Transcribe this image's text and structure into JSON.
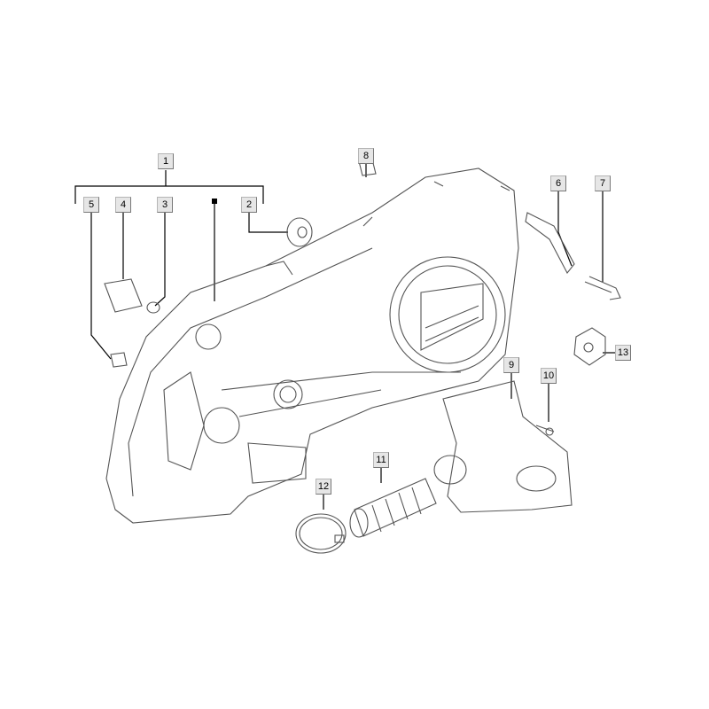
{
  "diagram": {
    "callouts": [
      {
        "id": "1",
        "label": "1"
      },
      {
        "id": "2",
        "label": "2"
      },
      {
        "id": "3",
        "label": "3"
      },
      {
        "id": "4",
        "label": "4"
      },
      {
        "id": "5",
        "label": "5"
      },
      {
        "id": "6",
        "label": "6"
      },
      {
        "id": "7",
        "label": "7"
      },
      {
        "id": "8",
        "label": "8"
      },
      {
        "id": "9",
        "label": "9"
      },
      {
        "id": "10",
        "label": "10"
      },
      {
        "id": "11",
        "label": "11"
      },
      {
        "id": "12",
        "label": "12"
      },
      {
        "id": "13",
        "label": "13"
      }
    ],
    "colors": {
      "line": "#000000",
      "part": "#555555",
      "callout_bg": "#e6e6e6"
    }
  }
}
